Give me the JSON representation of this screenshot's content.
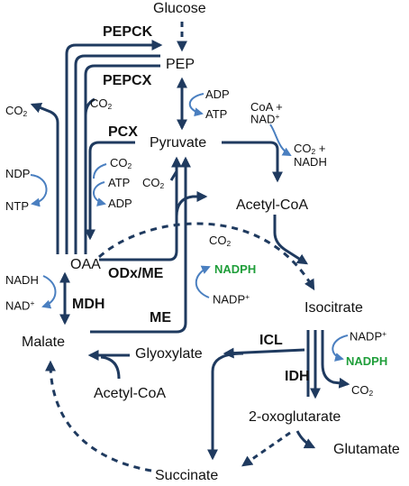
{
  "colors": {
    "pathway": "#1f3a5f",
    "cofactor_arrow": "#4a7fc0",
    "nadph": "#1f9e3a"
  },
  "metabolites": {
    "glucose": "Glucose",
    "pep": "PEP",
    "pyruvate": "Pyruvate",
    "acetyl_coa_top": "Acetyl-CoA",
    "oaa": "OAA",
    "malate": "Malate",
    "isocitrate": "Isocitrate",
    "glyoxylate": "Glyoxylate",
    "acetyl_coa_bottom": "Acetyl-CoA",
    "oxoglutarate": "2-oxoglutarate",
    "glutamate": "Glutamate",
    "succinate": "Succinate"
  },
  "enzymes": {
    "pepck": "PEPCK",
    "pepcx": "PEPCX",
    "pcx": "PCX",
    "odx_me": "ODx/ME",
    "me": "ME",
    "mdh": "MDH",
    "icl": "ICL",
    "idh": "IDH"
  },
  "cofactors": {
    "co2_left": "CO2",
    "co2_pepcx": "CO2",
    "ndp": "NDP",
    "ntp": "NTP",
    "co2_pcx": "CO2",
    "atp_pcx": "ATP",
    "adp_pcx": "ADP",
    "adp_pep": "ADP",
    "atp_pep": "ATP",
    "coa_nad": "CoA + NAD+",
    "co2_nadh": "CO2 + NADH",
    "co2_pyr": "CO2",
    "co2_odx": "CO2",
    "nadph_me": "NADPH",
    "nadp_me": "NADP+",
    "nadh_mdh": "NADH",
    "nad_mdh": "NAD+",
    "nadp_idh": "NADP+",
    "nadph_idh": "NADPH",
    "co2_idh": "CO2"
  }
}
